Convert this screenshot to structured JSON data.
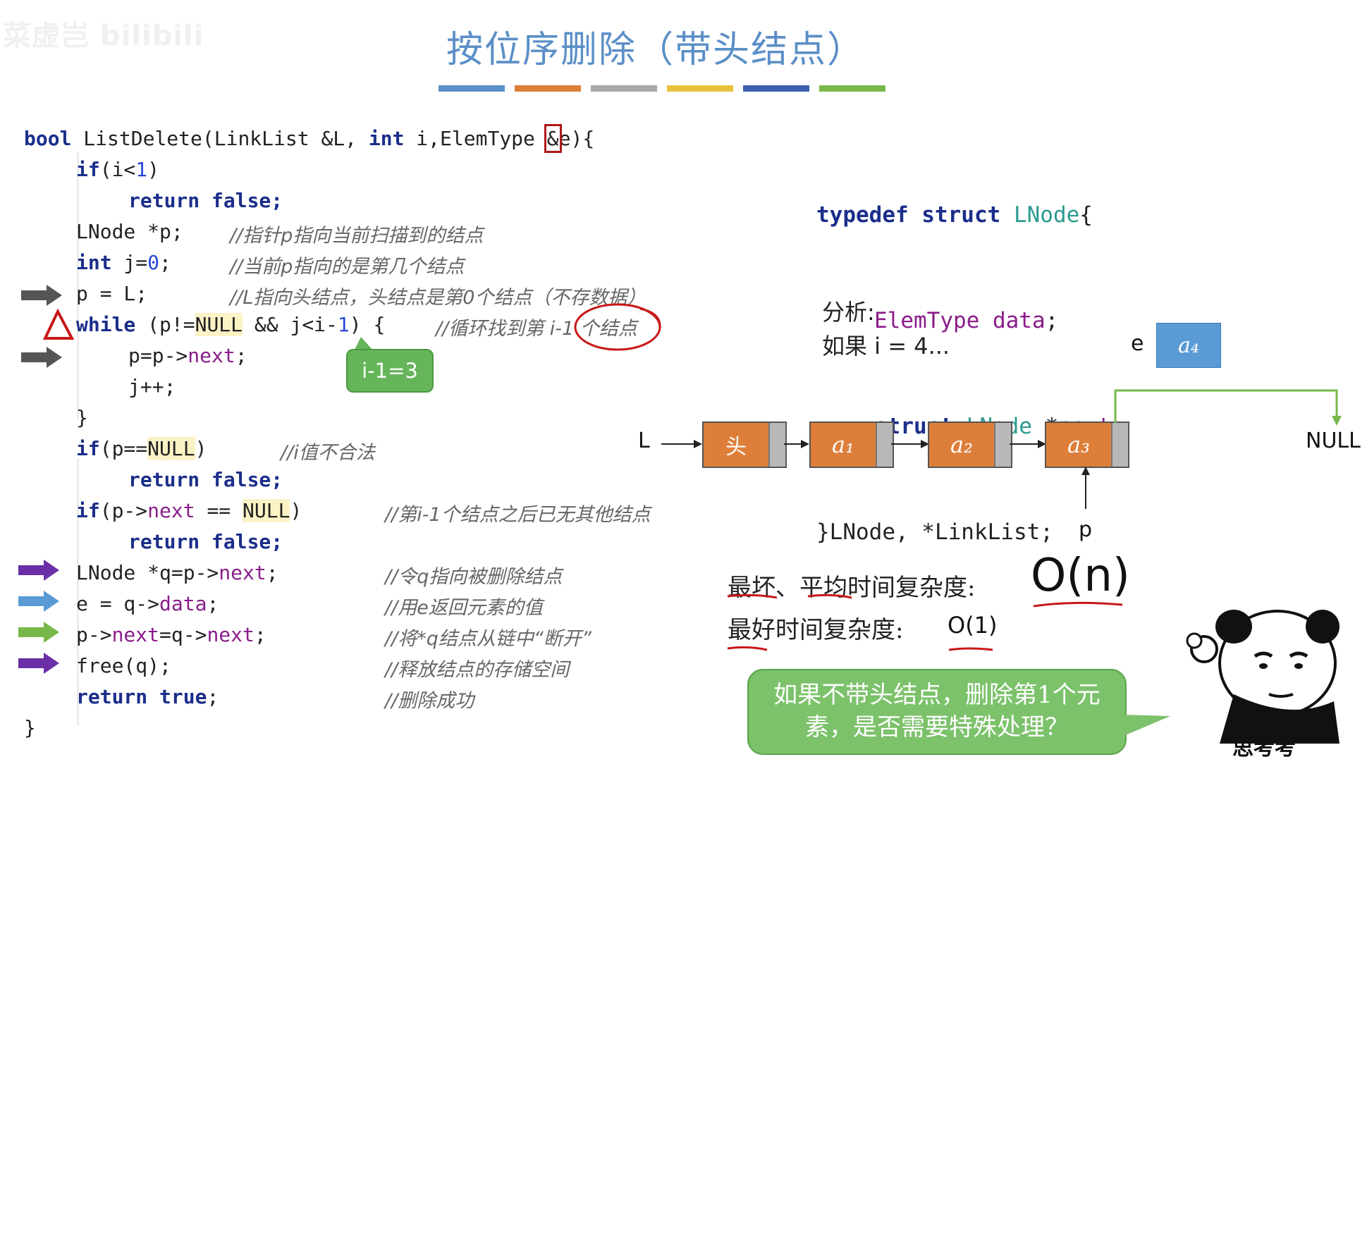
{
  "watermark": "菜虚岂 bilibili",
  "title": "按位序删除（带头结点）",
  "title_bar_colors": [
    "#5b8fc7",
    "#dd7f3a",
    "#a8a8a8",
    "#e8c23c",
    "#3d5fae",
    "#78b84a"
  ],
  "code": {
    "l1_kw1": "bool",
    "l1_rest1": " ListDelete(LinkList &L, ",
    "l1_kw2": "int",
    "l1_rest2": " i,ElemType ",
    "l1_amp": "&",
    "l1_rest3": "e){",
    "l2_kw": "if",
    "l2_a": "(i<",
    "l2_num": "1",
    "l2_b": ")",
    "l3": "return false;",
    "l4_code": "LNode *p;",
    "l4_cm": "//指针p指向当前扫描到的结点",
    "l5_kw": "int",
    "l5_a": " j=",
    "l5_num": "0",
    "l5_b": ";",
    "l5_cm": "//当前p指向的是第几个结点",
    "l6_code": "p = L;",
    "l6_cm": "//L指向头结点，头结点是第0个结点（不存数据）",
    "l7_kw": "while",
    "l7_a": " (p!=",
    "l7_null": "NULL",
    "l7_b": " && j<i-",
    "l7_num": "1",
    "l7_c": ") {",
    "l7_cm": "//循环找到第 i-1 个结点",
    "l8_a": "p=p->",
    "l8_fld": "next",
    "l8_b": ";",
    "l9": "j++;",
    "l10": "}",
    "l11_kw": "if",
    "l11_a": "(p==",
    "l11_null": "NULL",
    "l11_b": ")",
    "l11_cm": "//i值不合法",
    "l12": "return false;",
    "l13_kw": "if",
    "l13_a": "(p->",
    "l13_fld": "next",
    "l13_b": " == ",
    "l13_null": "NULL",
    "l13_c": ")",
    "l13_cm": "//第i-1个结点之后已无其他结点",
    "l14": "return false;",
    "l15_a": "LNode *q=p->",
    "l15_fld": "next",
    "l15_b": ";",
    "l15_cm": "//令q指向被删除结点",
    "l16_a": "e = q->",
    "l16_fld": "data",
    "l16_b": ";",
    "l16_cm": "//用e返回元素的值",
    "l17_a": "p->",
    "l17_fld1": "next",
    "l17_b": "=q->",
    "l17_fld2": "next",
    "l17_c": ";",
    "l17_cm": "//将*q结点从链中“断开”",
    "l18": "free(q);",
    "l18_cm": "//释放结点的存储空间",
    "l19_kw": "return true",
    "l19_b": ";",
    "l19_cm": "//删除成功",
    "l20": "}"
  },
  "callout_i": "i-1=3",
  "struct": {
    "s1_kw": "typedef struct ",
    "s1_ty": "LNode",
    "s1_b": "{",
    "s2_a": "ElemType ",
    "s2_fld": "data",
    "s2_b": ";",
    "s3_kw": "struct ",
    "s3_ty": "LNode",
    "s3_b": " *",
    "s3_fld": "next",
    "s3_c": ";",
    "s4": "}LNode, *LinkList;"
  },
  "analysis": {
    "label": "分析:",
    "case": "如果 i = 4..."
  },
  "list": {
    "L_label": "L",
    "head": "头",
    "nodes": [
      "a₁",
      "a₂",
      "a₃"
    ],
    "null_label": "NULL",
    "p_label": "p",
    "e_label": "e",
    "a4": "a₄"
  },
  "complexity": {
    "worst_label": "最坏、平均时间复杂度:",
    "worst_value": "O(n)",
    "best_label": "最好时间复杂度:",
    "best_value": "O(1)"
  },
  "question": "如果不带头结点，删除第1个元素，是否需要特殊处理？",
  "meme_caption": "思考考"
}
